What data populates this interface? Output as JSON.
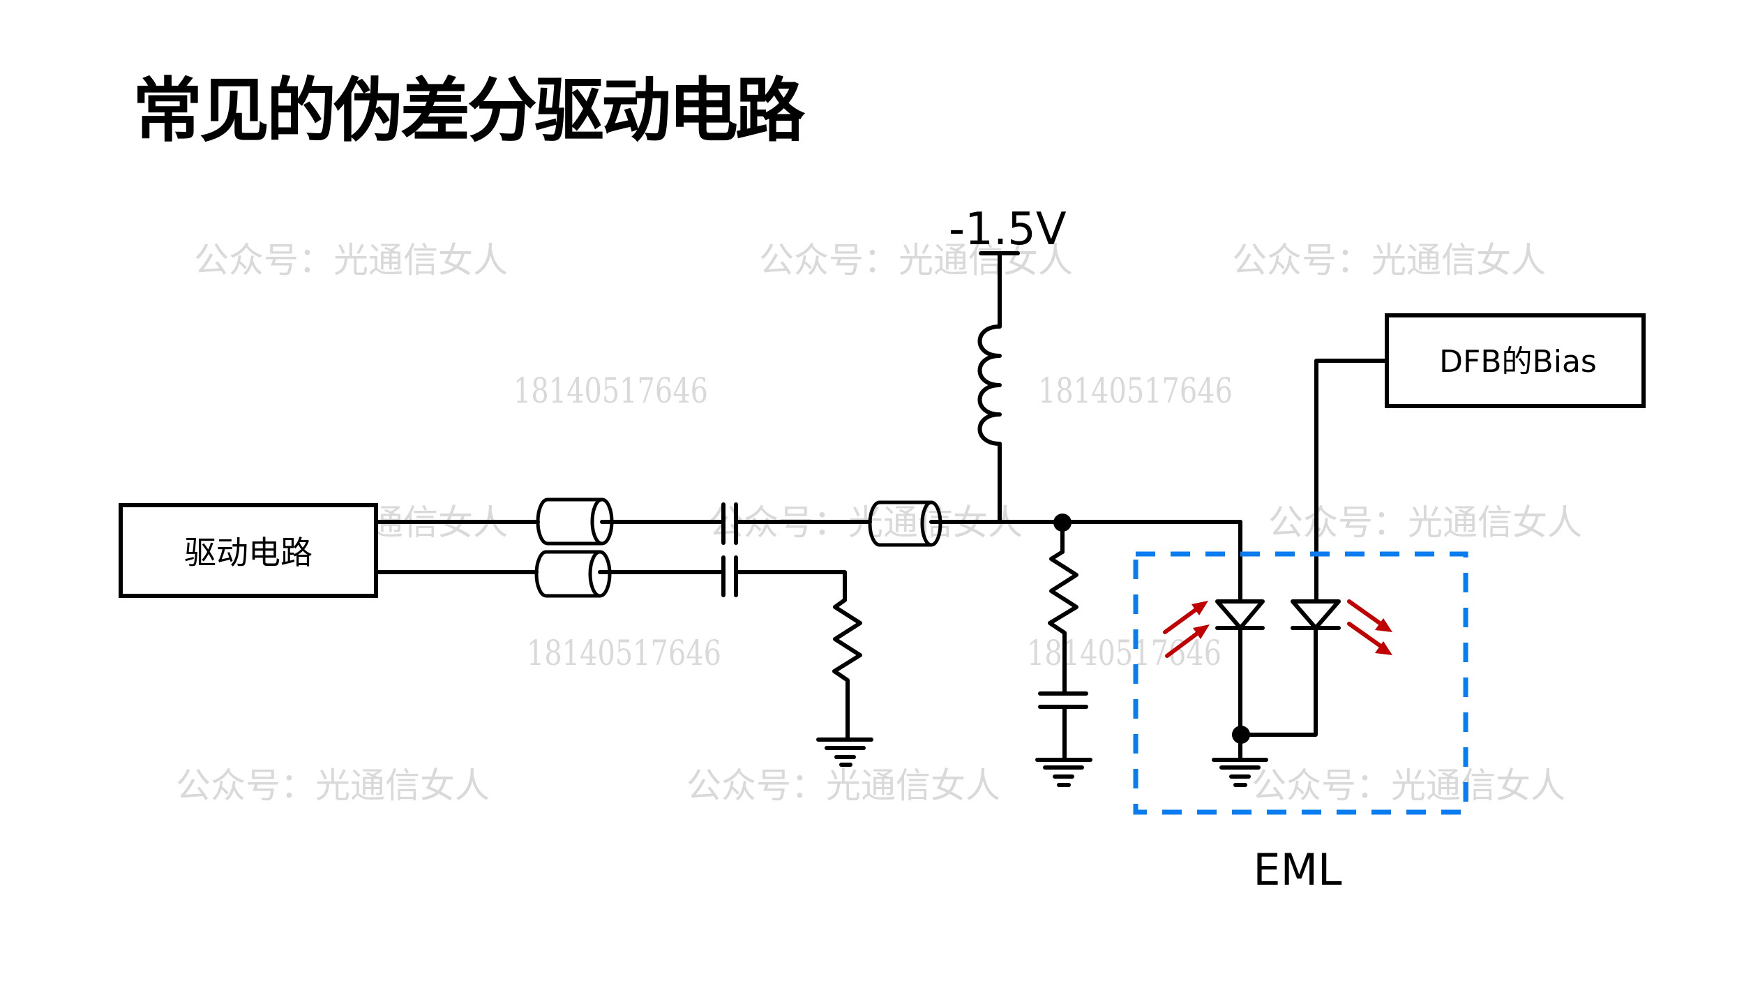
{
  "title": "常见的伪差分驱动电路",
  "diagram": {
    "driver_block_label": "驱动电路",
    "supply_label": "-1.5V",
    "dfb_bias_label": "DFB的Bias",
    "eml_label": "EML",
    "components": [
      {
        "type": "block",
        "name": "驱动电路"
      },
      {
        "type": "transmission-line",
        "count": 3
      },
      {
        "type": "capacitor",
        "role": "AC coupling",
        "count": 2
      },
      {
        "type": "resistor",
        "role": "termination",
        "count": 2
      },
      {
        "type": "inductor",
        "role": "bias-tee choke to -1.5V"
      },
      {
        "type": "capacitor",
        "role": "termination AC ground"
      },
      {
        "type": "photodiode",
        "role": "EAM (absorbing light)"
      },
      {
        "type": "laser-diode",
        "role": "DFB (emitting light)"
      },
      {
        "type": "ground",
        "count": 3
      },
      {
        "type": "block",
        "name": "DFB的Bias"
      }
    ],
    "eml_outline_color": "#0A7CF0",
    "light_arrow_color": "#C00000"
  },
  "watermarks": {
    "account": "公众号：光通信女人",
    "phone": "18140517646"
  }
}
